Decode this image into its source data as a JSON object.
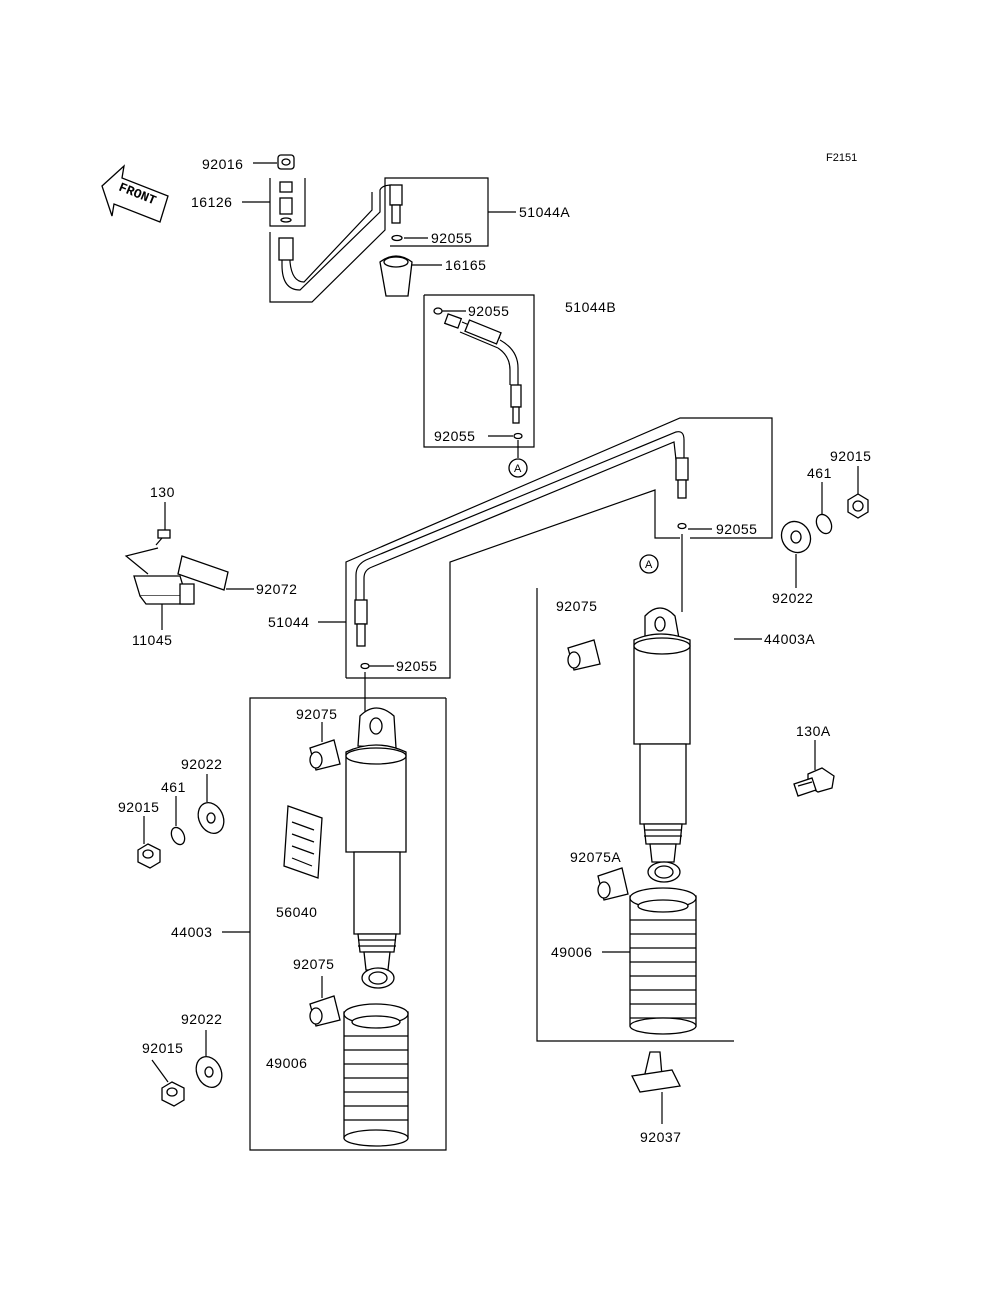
{
  "diagram_code": "F2151",
  "front_arrow": "FRONT",
  "callouts": {
    "A": "A"
  },
  "labels": {
    "l92016": "92016",
    "l16126": "16126",
    "l51044A": "51044A",
    "l92055_top": "92055",
    "l16165": "16165",
    "l92055_b1": "92055",
    "l51044B": "51044B",
    "l92055_b2": "92055",
    "l130": "130",
    "l92072": "92072",
    "l11045": "11045",
    "l51044": "51044",
    "l92055_left": "92055",
    "l92015_r": "92015",
    "l461_r": "461",
    "l92055_right": "92055",
    "l92022_r": "92022",
    "l92075_r": "92075",
    "l44003A": "44003A",
    "l130A": "130A",
    "l92075_l": "92075",
    "l92022_l": "92022",
    "l461_l": "461",
    "l92015_l": "92015",
    "l56040": "56040",
    "l44003": "44003",
    "l92075_l2": "92075",
    "l92022_l2": "92022",
    "l92015_l2": "92015",
    "l49006_l": "49006",
    "l92075A": "92075A",
    "l49006_r": "49006",
    "l92037": "92037"
  }
}
